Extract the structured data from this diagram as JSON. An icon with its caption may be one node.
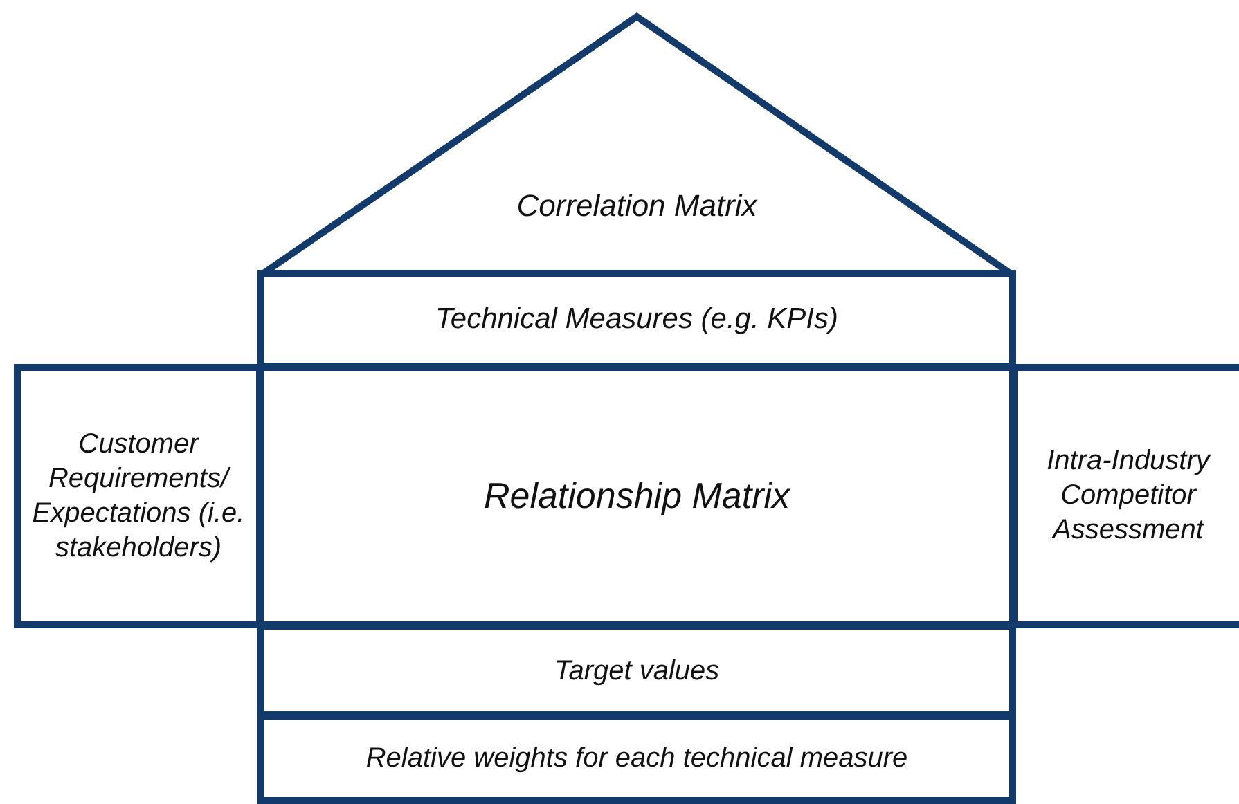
{
  "diagram": {
    "nodes": [
      {
        "text": [
          "Correlation Matrix"
        ]
      },
      {
        "text": [
          "Technical Measures (e.g. KPIs)"
        ]
      },
      {
        "text": [
          "Customer Requirements/ Expectations (i.e. stakeholders)"
        ]
      },
      {
        "text": [
          "Relationship Matrix"
        ]
      },
      {
        "text": [
          "Intra-Industry Competitor Assessment"
        ]
      },
      {
        "text": [
          "Target values"
        ]
      },
      {
        "text": [
          "Relative weights for each technical measure"
        ]
      }
    ]
  }
}
